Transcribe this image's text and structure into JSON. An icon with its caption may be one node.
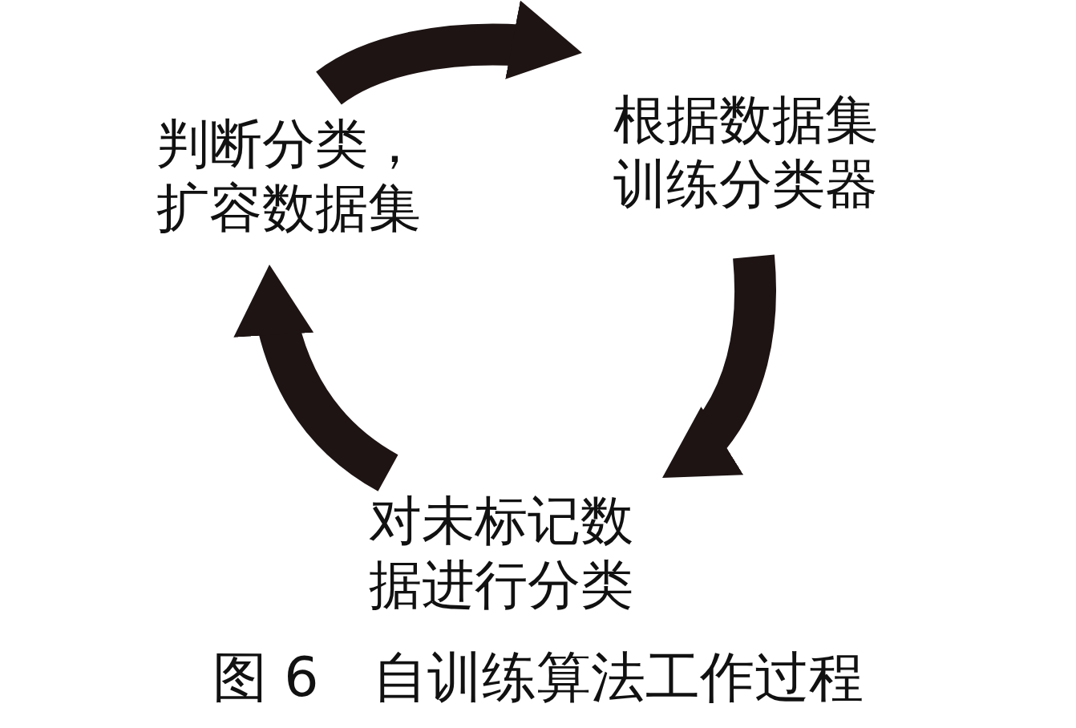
{
  "diagram": {
    "caption": "图 6　自训练算法工作过程",
    "nodes": [
      {
        "text": [
          "判断分类，扩容数据集"
        ]
      },
      {
        "text": [
          "根据数据集训练分类器"
        ]
      },
      {
        "text": [
          "对未标记数据进行分类"
        ]
      }
    ],
    "edges": [
      {
        "from": 0,
        "to": 1,
        "arrow": "to"
      },
      {
        "from": 1,
        "to": 2,
        "arrow": "to"
      },
      {
        "from": 2,
        "to": 0,
        "arrow": "to"
      }
    ]
  }
}
